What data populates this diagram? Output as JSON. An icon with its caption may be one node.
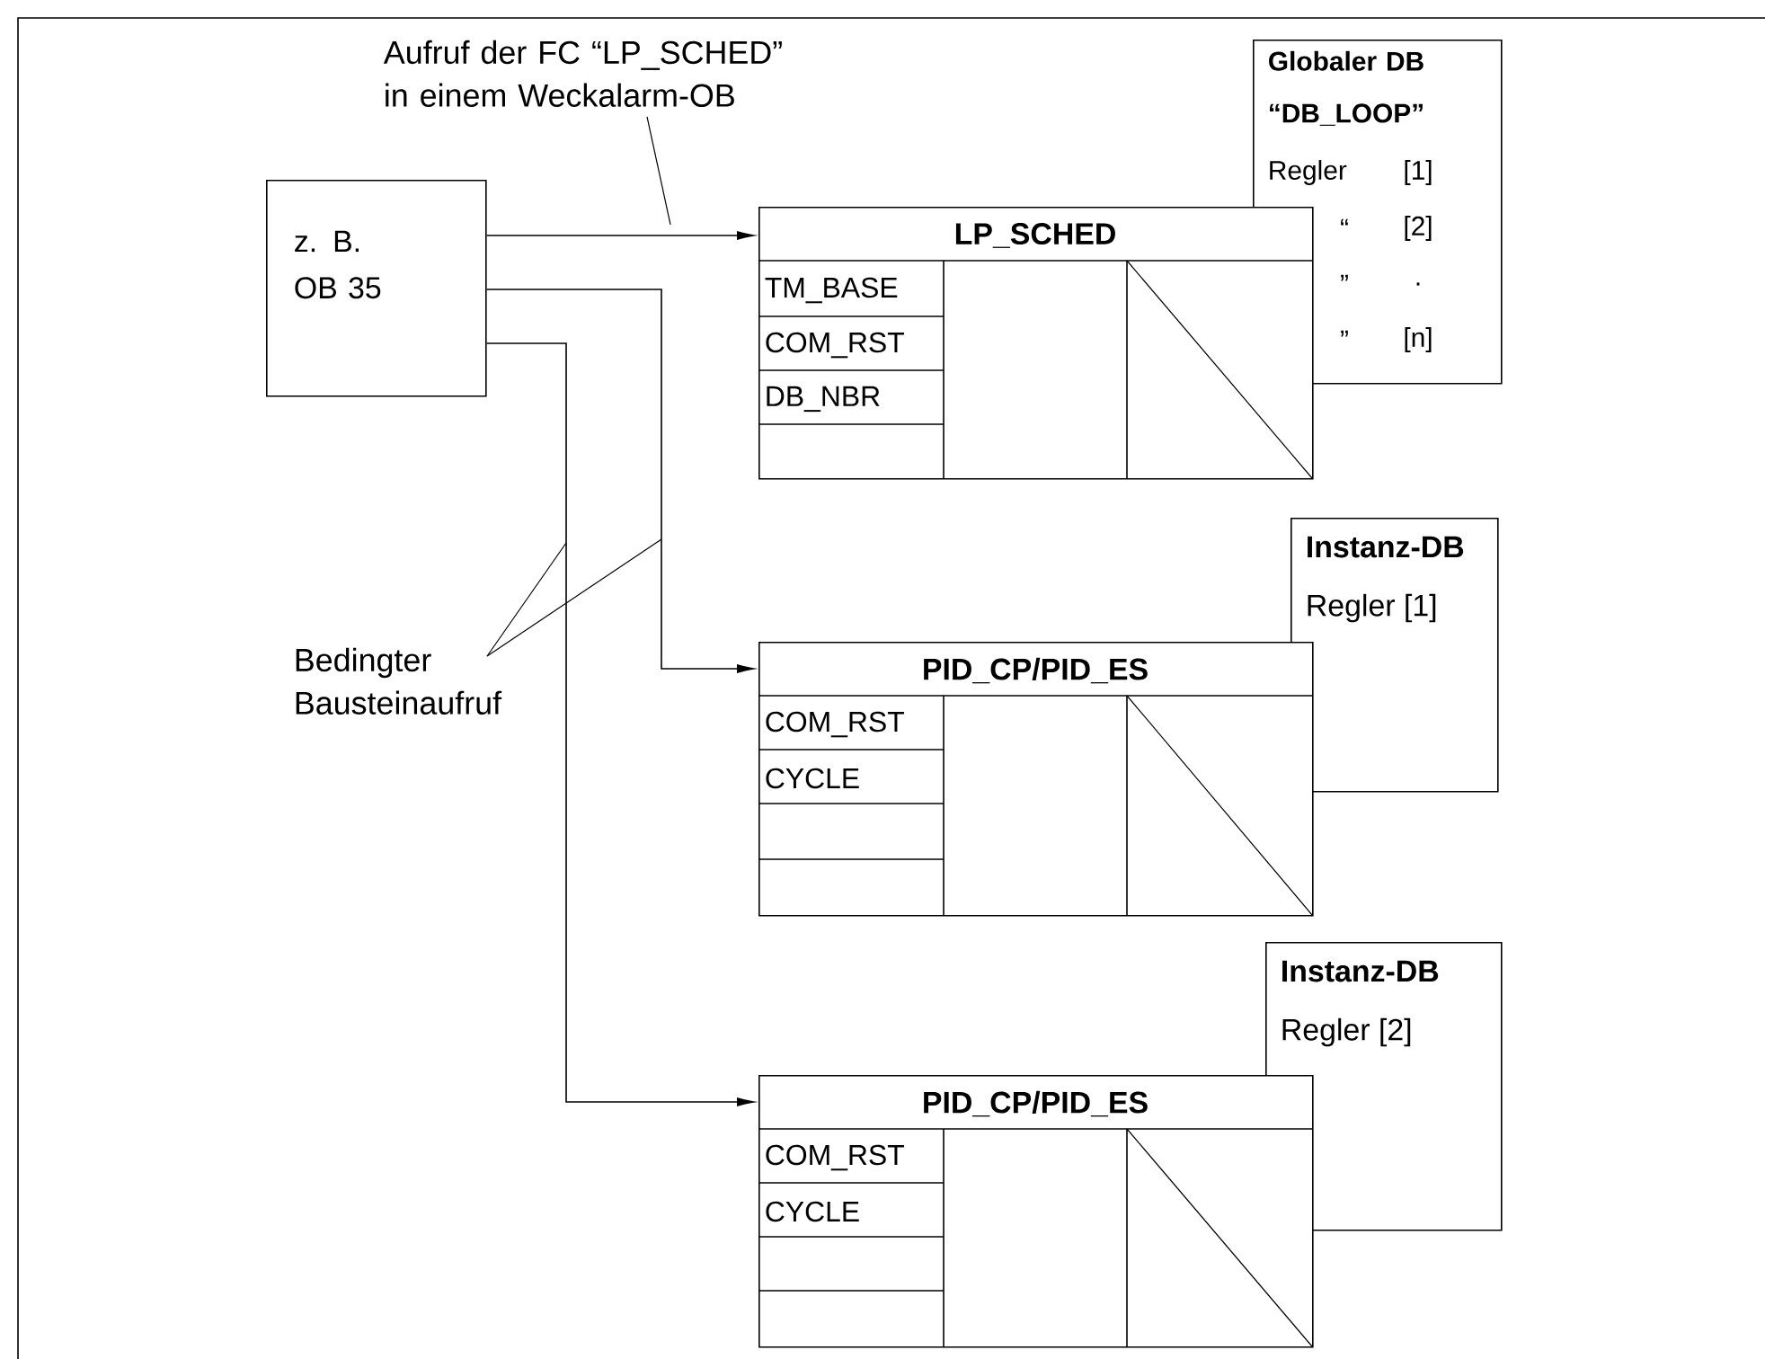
{
  "diagram": {
    "nodes": [
      {
        "text": [
          "z. B. OB 35"
        ]
      },
      {
        "text": [
          "Globaler DB “DB_LOOP”",
          "Regler",
          "[1]",
          "“",
          "[2]",
          "”",
          ".",
          "”",
          "[n]"
        ]
      },
      {
        "text": [
          "LP_SCHED",
          "TM_BASE",
          "COM_RST",
          "DB_NBR"
        ]
      },
      {
        "text": [
          "Instanz-DB",
          "Regler [1]"
        ]
      },
      {
        "text": [
          "PID_CP/PID_ES",
          "COM_RST",
          "CYCLE"
        ]
      },
      {
        "text": [
          "Instanz-DB",
          "Regler [2]"
        ]
      },
      {
        "text": [
          "PID_CP/PID_ES",
          "COM_RST",
          "CYCLE"
        ]
      },
      {
        "text": [
          "Aufruf der FC “LP_SCHED” in einem Weckalarm-OB"
        ]
      },
      {
        "text": [
          "Bedingter Bausteinaufruf"
        ]
      }
    ],
    "edges": [
      {
        "from": 0,
        "to": 2,
        "arrow": "to"
      },
      {
        "from": 0,
        "to": 4,
        "arrow": "to"
      },
      {
        "from": 0,
        "to": 6,
        "arrow": "to"
      },
      {
        "from": 7,
        "to": null,
        "arrow": "none"
      },
      {
        "from": 8,
        "to": null,
        "arrow": "none"
      },
      {
        "from": 8,
        "to": null,
        "arrow": "none"
      }
    ]
  }
}
